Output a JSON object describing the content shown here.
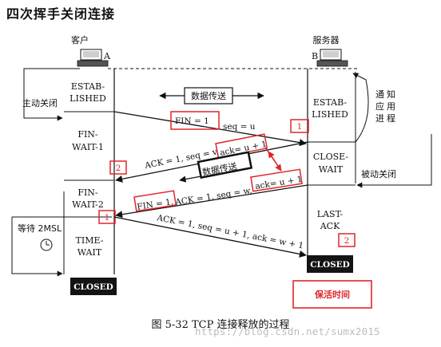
{
  "heading": "四次挥手关闭连接",
  "client": {
    "label": "客户",
    "id": "A"
  },
  "server": {
    "label": "服务器",
    "id": "B"
  },
  "notify_app": [
    "通",
    "知",
    "应",
    "用",
    "进",
    "程"
  ],
  "client_states": {
    "active_close": "主动关闭",
    "established": [
      "ESTAB-",
      "LISHED"
    ],
    "fin_wait_1": [
      "FIN-",
      "WAIT-1"
    ],
    "fin_wait_2": [
      "FIN-",
      "WAIT-2"
    ],
    "wait_2msl": "等待 2MSL",
    "time_wait": [
      "TIME-",
      "WAIT"
    ],
    "closed": "CLOSED"
  },
  "server_states": {
    "established": [
      "ESTAB-",
      "LISHED"
    ],
    "close_wait": [
      "CLOSE-",
      "WAIT"
    ],
    "passive_close": "被动关闭",
    "last_ack": [
      "LAST-",
      "ACK"
    ],
    "closed": "CLOSED"
  },
  "data_transfer": "数据传送",
  "messages": {
    "m1_fin": "FIN = 1",
    "m1_seq": "seq = u",
    "m2_ack": "ACK = 1, seq = v,",
    "m2_ackno": "ack= u + 1",
    "m3_fin": "FIN = 1,",
    "m3_ack": "ACK = 1, seq = w,",
    "m3_ackno": "ack= u + 1",
    "m4": "ACK = 1, seq = u + 1, ack = w + 1"
  },
  "markers": {
    "n1": "1",
    "n2": "2",
    "n3": "1",
    "n4": "2"
  },
  "keepalive": "保活时间",
  "caption": "图 5-32    TCP 连接释放的过程",
  "watermark": "https://blog.csdn.net/sumx2015",
  "colors": {
    "annotation": "#e0252b",
    "closed_fill": "#141414"
  }
}
